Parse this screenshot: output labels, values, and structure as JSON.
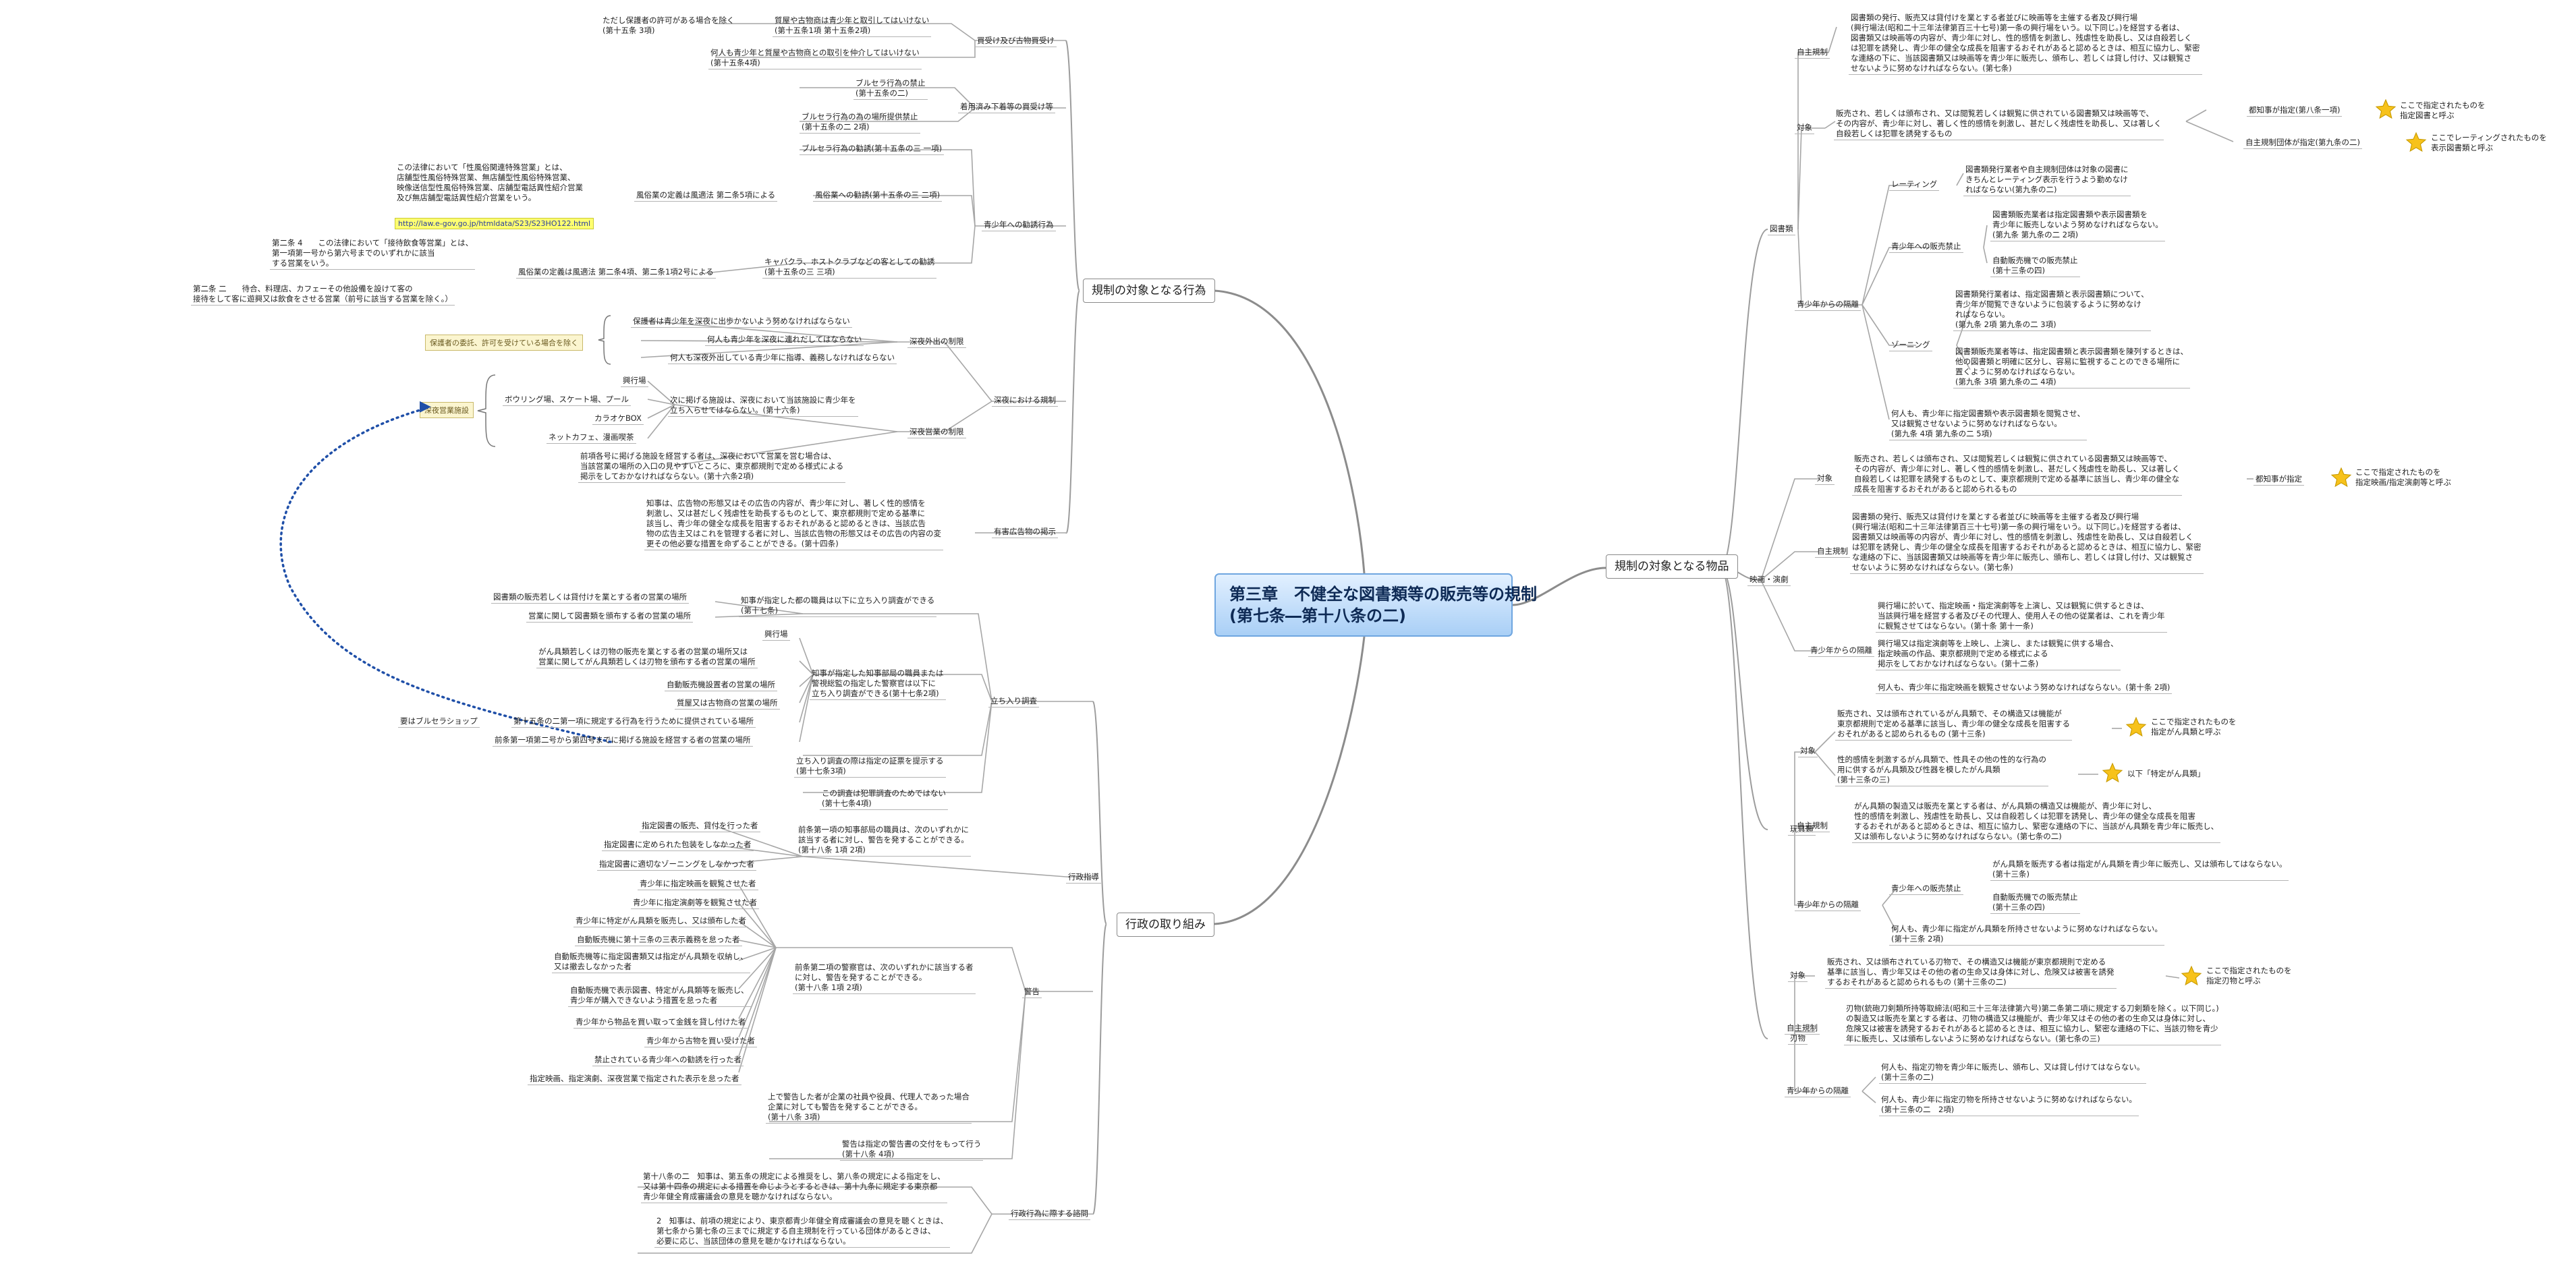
{
  "central": "第三章　不健全な図書類等の販売等の規制\n(第七条―第十八条の二)",
  "branches": {
    "regulated_acts": "規制の対象となる行為",
    "admin": "行政の取り組み",
    "regulated_goods": "規制の対象となる物品"
  },
  "left": {
    "sales_purchase": {
      "label": "買受け及び古物買受け",
      "note1": "ただし保護者の許可がある場合を除く\n(第十五条 3項)",
      "item1": "質屋や古物商は青少年と取引してはいけない\n(第十五条1項 第十五条2項)",
      "item2": "何人も青少年と質屋や古物商との取引を仲介してはいけない\n(第十五条4項)"
    },
    "used_clothing": {
      "label": "着用済み下着等の買受け等",
      "item1": "ブルセラ行為の禁止\n(第十五条の二)",
      "item2": "ブルセラ行為の為の場所提供禁止\n(第十五条の二 2項)"
    },
    "solicit": {
      "label": "青少年への勧誘行為",
      "item1": "ブルセラ行為の勧誘(第十五条の三 一項)",
      "item2": "風俗業への勧誘(第十五条の三 二項)",
      "item2_def_label": "風俗業の定義は風適法 第二条5項による",
      "item2_def": "この法律において「性風俗関連特殊営業」とは、\n店舗型性風俗特殊営業、無店舗型性風俗特殊営業、\n映像送信型性風俗特殊営業、店舗型電話異性紹介営業\n及び無店舗型電話異性紹介営業をいう。",
      "url": "http://law.e-gov.go.jp/htmldata/S23/S23HO122.html",
      "item3": "キャバクラ、ホストクラブなどの客としての勧誘\n(第十五条の三 三項)",
      "item3_def_label": "風俗業の定義は風適法 第二条4項、第二条1項2号による",
      "item3_def1": "第二条 4　　この法律において「接待飲食等営業」とは、\n第一項第一号から第六号までのいずれかに該当\nする営業をいう。",
      "item3_def2": "第二条 二　　待合、料理店、カフェーその他設備を設けて客の\n接待をして客に遊興又は飲食をさせる営業（前号に該当する営業を除く。）"
    },
    "night": {
      "label": "深夜における規制",
      "out": {
        "label": "深夜外出の制限",
        "tag": "保護者の委託、許可を受けている場合を除く",
        "item1": "保護者は青少年を深夜に出歩かないよう努めなければならない",
        "item2": "何人も青少年を深夜に連れだしてはならない",
        "item3": "何人も深夜外出している青少年に指導、義務しなければならない"
      },
      "venues": {
        "label": "深夜営業の制限",
        "tag": "深夜営業施設",
        "v1": "興行場",
        "v2": "ボウリング場、スケート場、プール",
        "v3": "カラオケBOX",
        "v4": "ネットカフェ、漫画喫茶",
        "rule": "次に掲げる施設は、深夜において当該施設に青少年を\n立ち入らせてはならない。(第十六条)",
        "rule2": "前項各号に掲げる施設を経営する者は、深夜において営業を営む場合は、\n当該営業の場所の入口の見やすいところに、東京都規則で定める様式による\n掲示をしておかなければならない。(第十六条2項)"
      }
    },
    "harmful_ads": {
      "label": "有害広告物の掲示",
      "text": "知事は、広告物の形態又はその広告の内容が、青少年に対し、著しく性的感情を\n刺激し、又は甚だしく残虐性を助長するものとして、東京都規則で定める基準に\n該当し、青少年の健全な成長を阻害するおそれがあると認めるときは、当該広告\n物の広告主又はこれを管理する者に対し、当該広告物の形態又はその広告の内容の変\n更その他必要な措置を命ずることができる。(第十四条)"
    },
    "inspection": {
      "label": "立ち入り調査",
      "g1_label": "知事が指定した都の職員は以下に立ち入り調査ができる\n(第十七条)",
      "g1_a": "図書類の販売若しくは貸付けを業とする者の営業の場所",
      "g1_b": "営業に関して図書類を頒布する者の営業の場所",
      "g2_label": "知事が指定した知事部局の職員または\n警視総監の指定した警察官は以下に\n立ち入り調査ができる(第十七条2項)",
      "g2_a": "興行場",
      "g2_b": "がん具類若しくは刃物の販売を業とする者の営業の場所又は\n営業に関してがん具類若しくは刃物を頒布する者の営業の場所",
      "g2_c": "自動販売機設置者の営業の場所",
      "g2_d": "質屋又は古物商の営業の場所",
      "g2_e": "第十五条の二第一項に規定する行為を行うために提供されている場所",
      "g2_e_tag": "要はブルセラショップ",
      "g2_f": "前条第一項第二号から第四号までに掲げる施設を経営する者の営業の場所",
      "id": "立ち入り調査の際は指定の証票を提示する\n(第十七条3項)",
      "crime": "この調査は犯罪調査のためではない\n(第十七条4項)"
    },
    "guidance": {
      "label": "行政指導",
      "text": "前条第一項の知事部局の職員は、次のいずれかに\n該当する者に対し、警告を発することができる。\n(第十八条 1項 2項)",
      "a": "指定図書の販売、貸付を行った者",
      "b": "指定図書に定められた包装をしなかった者",
      "c": "指定図書に適切なゾーニングをしなかった者"
    },
    "warning": {
      "label": "警告",
      "text": "前条第二項の警察官は、次のいずれかに該当する者\nに対し、警告を発することができる。\n(第十八条 1項 2項)",
      "a": "青少年に指定映画を観覧させた者",
      "b": "青少年に指定演劇等を観覧させた者",
      "c": "青少年に特定がん具類を販売し、又は頒布した者",
      "d": "自動販売機に第十三条の三表示義務を怠った者",
      "e": "自動販売機等に指定図書類又は指定がん具類を収納し、\n又は撤去しなかった者",
      "f": "自動販売機で表示図書、特定がん具類等を販売し、\n青少年が購入できないよう措置を怠った者",
      "g": "青少年から物品を買い取って金銭を貸し付けた者",
      "h": "青少年から古物を買い受けた者",
      "i": "禁止されている青少年への勧誘を行った者",
      "j": "指定映画、指定演劇、深夜営業で指定された表示を怠った者",
      "k": "上で警告した者が企業の社員や役員、代理人であった場合\n企業に対しても警告を発することができる。\n(第十八条 3項)",
      "l": "警告は指定の警告書の交付をもって行う\n(第十八条 4項)"
    },
    "cooperation": {
      "label": "行政行為に際する諮問",
      "a": "第十八条の二　知事は、第五条の規定による推奨をし、第八条の規定による指定をし、\n又は第十四条の規定による措置を命じようとするときは、第十九条に規定する東京都\n青少年健全育成審議会の意見を聴かなければならない。",
      "b": "2　知事は、前項の規定により、東京都青少年健全育成審議会の意見を聴くときは、\n第七条から第七条の三までに規定する自主規制を行っている団体があるときは、\n必要に応じ、当該団体の意見を聴かなければならない。"
    }
  },
  "right": {
    "books": {
      "label": "図書類",
      "self": {
        "label": "自主規制",
        "text": "図書類の発行、販売又は貸付けを業とする者並びに映画等を主催する者及び興行場\n(興行場法(昭和二十三年法律第百三十七号)第一条の興行場をいう。以下同じ。)を経営する者は、\n図書類又は映画等の内容が、青少年に対し、性的感情を刺激し、残虐性を助長し、又は自殺若しく\nは犯罪を誘発し、青少年の健全な成長を阻害するおそれがあると認めるときは、相互に協力し、緊密\nな連絡の下に、当該図書類又は映画等を青少年に販売し、頒布し、若しくは貸し付け、又は観覧さ\nせないように努めなければならない。(第七条)"
      },
      "target": {
        "label": "対象",
        "text": "販売され、若しくは頒布され、又は閲覧若しくは観覧に供されている図書類又は映画等で、\nその内容が、青少年に対し、著しく性的感情を刺激し、甚だしく残虐性を助長し、又は著しく\n自殺若しくは犯罪を誘発するもの",
        "sub1": "都知事が指定(第八条一項)",
        "sub1_note": "ここで指定されたものを\n指定図書と呼ぶ",
        "sub2": "自主規制団体が指定(第九条の二)",
        "sub2_note": "ここでレーティングされたものを\n表示図書類と呼ぶ"
      },
      "youth": {
        "label": "青少年からの隔離",
        "rating": "レーティング",
        "rating_text": "図書類発行業者や自主規制団体は対象の図書に\nきちんとレーティング表示を行うよう勤めなけ\nればならない(第九条の二)",
        "ban": "青少年への販売禁止",
        "ban_text": "図書類販売業者は指定図書類や表示図書類を\n青少年に販売しないよう努めなければならない。\n(第九条 第九条の二 2項)",
        "ban_text2": "自動販売機での販売禁止\n(第十三条の四)",
        "zoning": "ゾーニング",
        "zoning_text1": "図書類発行業者は、指定図書類と表示図書類について、\n青少年が閲覧できないように包装するように努めなけ\nればならない。\n(第九条 2項 第九条の二 3項)",
        "zoning_text2": "図書類販売業者等は、指定図書類と表示図書類を陳列するときは、\n他の図書類と明確に区分し、容易に監視することのできる場所に\n置くように努めなければならない。\n(第九条 3項 第九条の二 4項)",
        "note": "何人も、青少年に指定図書類や表示図書類を閲覧させ、\n又は観覧させないように努めなければならない。\n(第九条 4項 第九条の二 5項)"
      }
    },
    "films": {
      "label": "映画・演劇",
      "target_label": "対象",
      "target": "販売され、若しくは頒布され、又は閲覧若しくは観覧に供されている図書類又は映画等で、\nその内容が、青少年に対し、著しく性的感情を刺激し、甚だしく残虐性を助長し、又は著しく\n自殺若しくは犯罪を誘発するものとして、東京都規則で定める基準に該当し、青少年の健全な\n成長を阻害するおそれがあると認められるもの",
      "target_sub": "都知事が指定",
      "target_note": "ここで指定されたものを\n指定映画/指定演劇等と呼ぶ",
      "self_label": "自主規制",
      "self": "図書類の発行、販売又は貸付けを業とする者並びに映画等を主催する者及び興行場\n(興行場法(昭和二十三年法律第百三十七号)第一条の興行場をいう。以下同じ。)を経営する者は、\n図書類又は映画等の内容が、青少年に対し、性的感情を刺激し、残虐性を助長し、又は自殺若しく\nは犯罪を誘発し、青少年の健全な成長を阻害するおそれがあると認めるときは、相互に協力し、緊密\nな連絡の下に、当該図書類又は映画等を青少年に販売し、頒布し、若しくは貸し付け、又は観覧さ\nせないように努めなければならない。(第七条)",
      "youth_label": "青少年からの隔離",
      "y1": "興行場に於いて、指定映画・指定演劇等を上演し、又は観覧に供するときは、\n当該興行場を経営する者及びその代理人、使用人その他の従業者は、これを青少年\nに観覧させてはならない。(第十条 第十一条)",
      "y2": "興行場又は指定演劇等を上映し、上演し、または観覧に供する場合、\n指定映画の作品、東京都規則で定める様式による\n掲示をしておかなければならない。(第十二条)",
      "y3": "何人も、青少年に指定映画を観覧させないよう努めなければならない。(第十条 2項)"
    },
    "toys": {
      "label": "玩具類",
      "target_label": "対象",
      "target": "販売され、又は頒布されているがん具類で、その構造又は機能が\n東京都規則で定める基準に該当し、青少年の健全な成長を阻害する\nおそれがあると認められるもの (第十三条)",
      "target_note": "ここで指定されたものを\n指定がん具類と呼ぶ",
      "sex": "性的感情を刺激するがん具類で、性具その他の性的な行為の\n用に供するがん具類及び性器を模したがん具類\n(第十三条の三)",
      "sex_note": "以下「特定がん具類」",
      "self_label": "自主規制",
      "self": "がん具類の製造又は販売を業とする者は、がん具類の構造又は機能が、青少年に対し、\n性的感情を刺激し、残虐性を助長し、又は自殺若しくは犯罪を誘発し、青少年の健全な成長を阻害\nするおそれがあると認めるときは、相互に協力し、緊密な連絡の下に、当該がん具類を青少年に販売し、\n又は頒布しないように努めなければならない。(第七条の二)",
      "youth_label": "青少年からの隔離",
      "ban": "青少年への販売禁止",
      "ban_text": "がん具類を販売する者は指定がん具類を青少年に販売し、又は頒布してはならない。\n(第十三条)",
      "ban_text2": "自動販売機での販売禁止\n(第十三条の四)",
      "note": "何人も、青少年に指定がん具類を所持させないように努めなければならない。\n(第十三条 2項)"
    },
    "knives": {
      "label": "刃物",
      "target_label": "対象",
      "target": "販売され、又は頒布されている刃物で、その構造又は機能が東京都規則で定める\n基準に該当し、青少年又はその他の者の生命又は身体に対し、危険又は被害を誘発\nするおそれがあると認められるもの (第十三条の二)",
      "target_note": "ここで指定されたものを\n指定刃物と呼ぶ",
      "self_label": "自主規制",
      "self": "刃物(銃砲刀剣類所持等取締法(昭和三十三年法律第六号)第二条第二項に規定する刀剣類を除く。以下同じ。)\nの製造又は販売を業とする者は、刃物の構造又は機能が、青少年又はその他の者の生命又は身体に対し、\n危険又は被害を誘発するおそれがあると認めるときは、相互に協力し、緊密な連絡の下に、当該刃物を青少\n年に販売し、又は頒布しないように努めなければならない。(第七条の三)",
      "youth_label": "青少年からの隔離",
      "y1": "何人も、指定刃物を青少年に販売し、頒布し、又は貸し付けてはならない。\n(第十三条の二)",
      "y2": "何人も、青少年に指定刃物を所持させないように努めなければならない。\n(第十三条の二　2項)"
    }
  }
}
